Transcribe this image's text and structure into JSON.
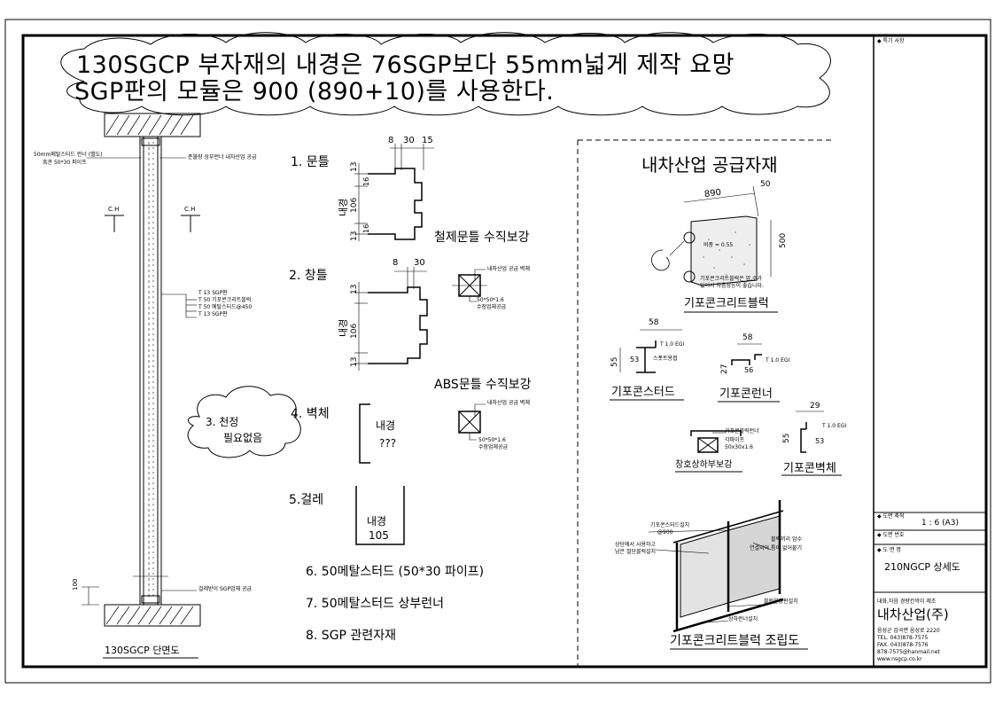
{
  "note": {
    "line1": "130SGCP 부자재의 내경은      76SGP보다 55mm넓게 제작 요망",
    "line2": "SGP판의 모듈은 900 (890+10)를 사용한다."
  },
  "section": {
    "title": "130SGCP 단면도",
    "label_runner": "50mm메탈스터드 런너 (별도)",
    "label_runner2": "흑관 50*30 파이프",
    "label_top": "준불량 상부런너 내차산업 공급",
    "ch_left": "C.H",
    "ch_right": "C.H",
    "layers": [
      "T 13   SGP판",
      "T 50   기포콘크리트블럭",
      "T 50   메탈스터드@450",
      "T 13   SGP판"
    ],
    "label_bottom": "걸레받이 SGP업체 공급",
    "dim_bottom": "100"
  },
  "items": {
    "door_frame": "1. 문틀",
    "window_frame": "2. 창틀",
    "wall": "4. 벽체",
    "baseboard": "5.걸레",
    "ceiling_line1": "3. 천정",
    "ceiling_line2": "필요없음",
    "stud": "6. 50메탈스터드 (50*30 파이프)",
    "runner": "7. 50메탈스터드 상부런너",
    "sgp": "8. SGP  관련자재"
  },
  "profiles": {
    "door_dims_top": [
      "8",
      "30",
      "15"
    ],
    "door_side": [
      "13",
      "106",
      "13"
    ],
    "door_inner": "내경",
    "door_extra": [
      "16",
      "16"
    ],
    "window_dims_top": [
      "8",
      "30"
    ],
    "window_side": [
      "13",
      "106",
      "13"
    ],
    "window_inner": "내경",
    "wall_inner1": "내경",
    "wall_inner2": "???",
    "base_inner1": "내경",
    "base_inner2": "105"
  },
  "reinforce": {
    "steel_title": "철제문틀 수직보강",
    "abs_title": "ABS문틀 수직보강",
    "steel_label1": "내차산업 공급 벽체",
    "steel_label2a": "50*50*1.6",
    "steel_label2b": "수장업체공급",
    "abs_label1": "내차산업 공급 벽체",
    "abs_label2a": "50*50*1.6",
    "abs_label2b": "수장업체공급"
  },
  "supply": {
    "title": "내차산업 공급자재",
    "block_dim1": "890",
    "block_dim2": "50",
    "block_dim3": "500",
    "block_note1": "기포콘크리트블럭은 암,수가",
    "block_note2": "있어서 차음성능이 좋습니다.",
    "block_inner": "비중 = 0.55",
    "block_title": "기포콘크리트블럭",
    "stud_w": "58",
    "stud_h": "55",
    "stud_in": "53",
    "stud_t": "T 1.0 EGI",
    "stud_note": "스폿트용접",
    "stud_title": "기포콘스터드",
    "runner_w": "58",
    "runner_h": "27",
    "runner_in": "56",
    "runner_t": "T 1.0 EGI",
    "runner_title": "기포콘런너",
    "win_l1": "기포콘블럭런너",
    "win_l2": "각파이프",
    "win_l3": "50x30x1.6",
    "win_title": "창호상하부보강",
    "wallp_w": "29",
    "wallp_h": "55",
    "wallp_in": "53",
    "wallp_t": "T 1.0 EGI",
    "wallp_title": "기포콘벽체",
    "asm_l1": "기포콘스터드설치",
    "asm_l2": "@900",
    "asm_l3": "상단에서 사용하고",
    "asm_l4": "남은 절단블럭설치",
    "asm_l5": "블럭끼리 암수",
    "asm_l6": "연결되어 틈이 없어붙기",
    "asm_l7": "블럭운장판설치",
    "asm_l8": "상하런너설치",
    "asm_title": "기포콘크리트블럭 조립도"
  },
  "titleblock": {
    "special": "◆ 특기 사항",
    "scale_label": "◆ 도면 축척",
    "scale": "1 : 6 (A3)",
    "num_label": "◆ 도면 번호",
    "name_label": "◆ 도 면 명",
    "name": "210NGCP 상세도",
    "slogan": "내화,차음 경량칸막이 제조",
    "company": "내차산업(주)",
    "addr": "음성군 감곡면 음성로 2220",
    "tel": "TEL. 043)878-7575",
    "fax": "FAX. 043)878-7576",
    "mobile": "878-7575@hanmail.net",
    "web": "www.nsgcp.co.kr"
  }
}
